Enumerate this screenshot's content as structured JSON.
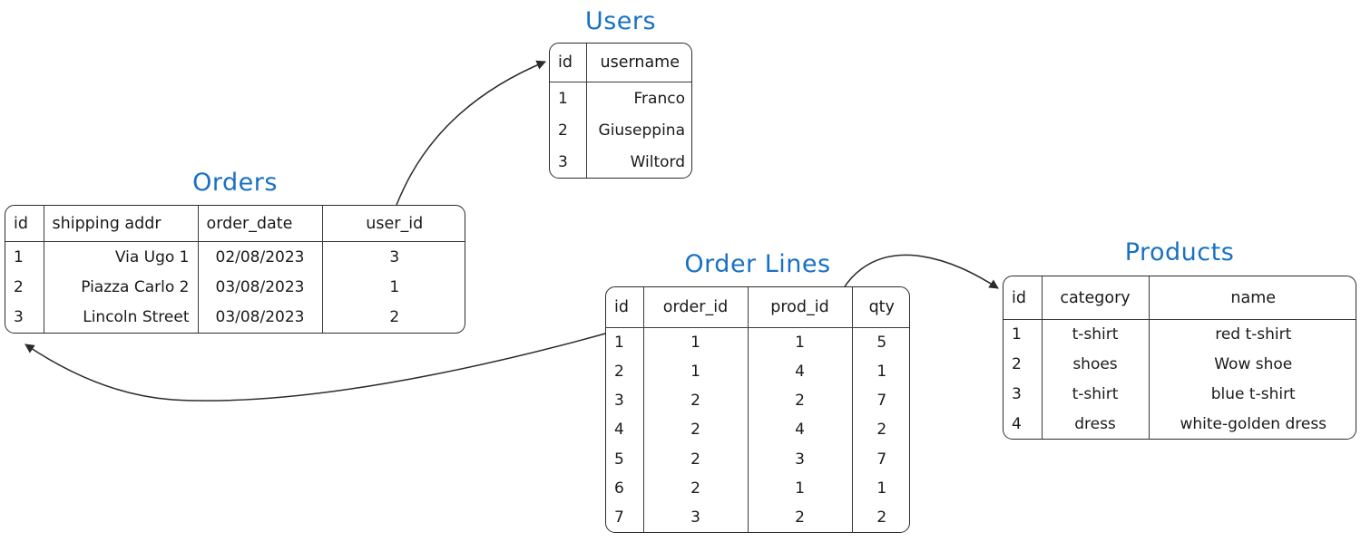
{
  "diagram": {
    "title_color": "#1971c2",
    "line_color": "#2b2b2b",
    "background": "#ffffff"
  },
  "entities": {
    "users": {
      "title": "Users",
      "columns": [
        "id",
        "username"
      ],
      "rows": [
        [
          "1",
          "Franco"
        ],
        [
          "2",
          "Giuseppina"
        ],
        [
          "3",
          "Wiltord"
        ]
      ]
    },
    "orders": {
      "title": "Orders",
      "columns": [
        "id",
        "shipping addr",
        "order_date",
        "user_id"
      ],
      "rows": [
        [
          "1",
          "Via Ugo 1",
          "02/08/2023",
          "3"
        ],
        [
          "2",
          "Piazza Carlo 2",
          "03/08/2023",
          "1"
        ],
        [
          "3",
          "Lincoln Street",
          "03/08/2023",
          "2"
        ]
      ]
    },
    "order_lines": {
      "title": "Order Lines",
      "columns": [
        "id",
        "order_id",
        "prod_id",
        "qty"
      ],
      "rows": [
        [
          "1",
          "1",
          "1",
          "5"
        ],
        [
          "2",
          "1",
          "4",
          "1"
        ],
        [
          "3",
          "2",
          "2",
          "7"
        ],
        [
          "4",
          "2",
          "4",
          "2"
        ],
        [
          "5",
          "2",
          "3",
          "7"
        ],
        [
          "6",
          "2",
          "1",
          "1"
        ],
        [
          "7",
          "3",
          "2",
          "2"
        ]
      ]
    },
    "products": {
      "title": "Products",
      "columns": [
        "id",
        "category",
        "name"
      ],
      "rows": [
        [
          "1",
          "t-shirt",
          "red t-shirt"
        ],
        [
          "2",
          "shoes",
          "Wow shoe"
        ],
        [
          "3",
          "t-shirt",
          "blue t-shirt"
        ],
        [
          "4",
          "dress",
          "white-golden dress"
        ]
      ]
    }
  },
  "relationships": [
    {
      "name": "orders-user-id-to-users-id",
      "from": "orders.user_id",
      "to": "users.id"
    },
    {
      "name": "order-lines-order-id-to-orders-id",
      "from": "order_lines.order_id",
      "to": "orders.id"
    },
    {
      "name": "order-lines-prod-id-to-products-id",
      "from": "order_lines.prod_id",
      "to": "products.id"
    }
  ]
}
